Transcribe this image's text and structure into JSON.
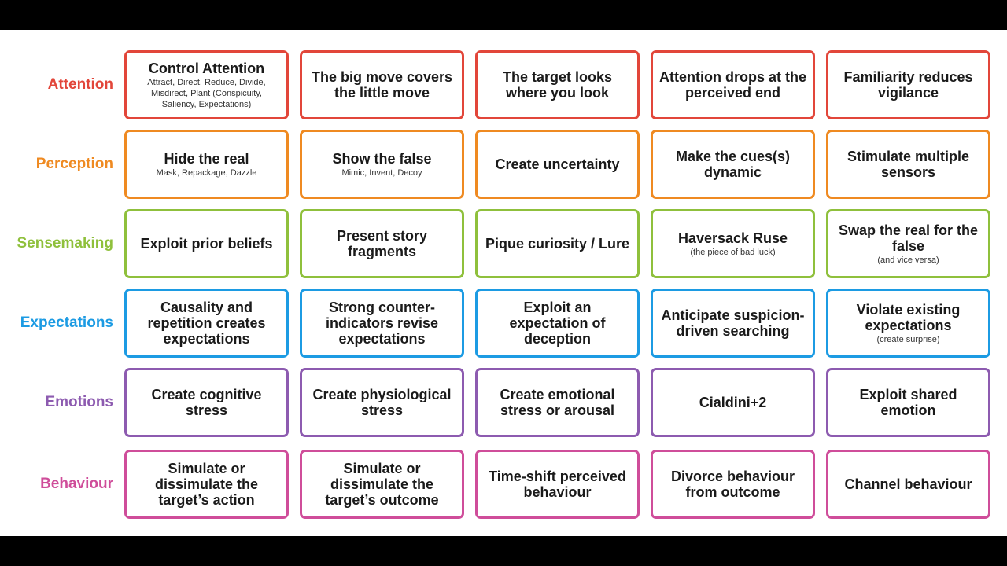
{
  "colors": {
    "attention": "#e2463a",
    "perception": "#ef8a21",
    "sensemaking": "#8fc03c",
    "expectations": "#1c9be3",
    "emotions": "#8d5bb0",
    "behaviour": "#cf4d9a"
  },
  "rows": [
    {
      "label": "Attention",
      "color_key": "attention",
      "cards": [
        {
          "title": "Control Attention",
          "sub": "Attract, Direct, Reduce, Divide, Misdirect, Plant (Conspicuity, Saliency, Expectations)"
        },
        {
          "title": "The big move covers the little move",
          "sub": ""
        },
        {
          "title": "The target looks where you look",
          "sub": ""
        },
        {
          "title": "Attention drops at the perceived end",
          "sub": ""
        },
        {
          "title": "Familiarity reduces vigilance",
          "sub": ""
        }
      ]
    },
    {
      "label": "Perception",
      "color_key": "perception",
      "cards": [
        {
          "title": "Hide the real",
          "sub": "Mask, Repackage, Dazzle"
        },
        {
          "title": "Show the false",
          "sub": "Mimic, Invent, Decoy"
        },
        {
          "title": "Create uncertainty",
          "sub": ""
        },
        {
          "title": "Make the cues(s) dynamic",
          "sub": ""
        },
        {
          "title": "Stimulate multiple sensors",
          "sub": ""
        }
      ]
    },
    {
      "label": "Sensemaking",
      "color_key": "sensemaking",
      "cards": [
        {
          "title": "Exploit prior beliefs",
          "sub": ""
        },
        {
          "title": "Present story fragments",
          "sub": ""
        },
        {
          "title": "Pique curiosity / Lure",
          "sub": ""
        },
        {
          "title": "Haversack Ruse",
          "sub": "(the piece of bad luck)"
        },
        {
          "title": "Swap the real for the false",
          "sub": "(and vice versa)"
        }
      ]
    },
    {
      "label": "Expectations",
      "color_key": "expectations",
      "cards": [
        {
          "title": "Causality and repetition creates expectations",
          "sub": ""
        },
        {
          "title": "Strong counter-indicators revise expectations",
          "sub": ""
        },
        {
          "title": "Exploit an expectation of deception",
          "sub": ""
        },
        {
          "title": "Anticipate suspicion-driven searching",
          "sub": ""
        },
        {
          "title": "Violate existing expectations",
          "sub": "(create surprise)"
        }
      ]
    },
    {
      "label": "Emotions",
      "color_key": "emotions",
      "cards": [
        {
          "title": "Create cognitive stress",
          "sub": ""
        },
        {
          "title": "Create physiological stress",
          "sub": ""
        },
        {
          "title": "Create emotional stress or arousal",
          "sub": ""
        },
        {
          "title": "Cialdini+2",
          "sub": ""
        },
        {
          "title": "Exploit shared emotion",
          "sub": ""
        }
      ]
    },
    {
      "label": "Behaviour",
      "color_key": "behaviour",
      "cards": [
        {
          "title": "Simulate or dissimulate the target’s action",
          "sub": ""
        },
        {
          "title": "Simulate or dissimulate the target’s outcome",
          "sub": ""
        },
        {
          "title": "Time-shift perceived behaviour",
          "sub": ""
        },
        {
          "title": "Divorce behaviour from outcome",
          "sub": ""
        },
        {
          "title": "Channel behaviour",
          "sub": ""
        }
      ]
    }
  ]
}
